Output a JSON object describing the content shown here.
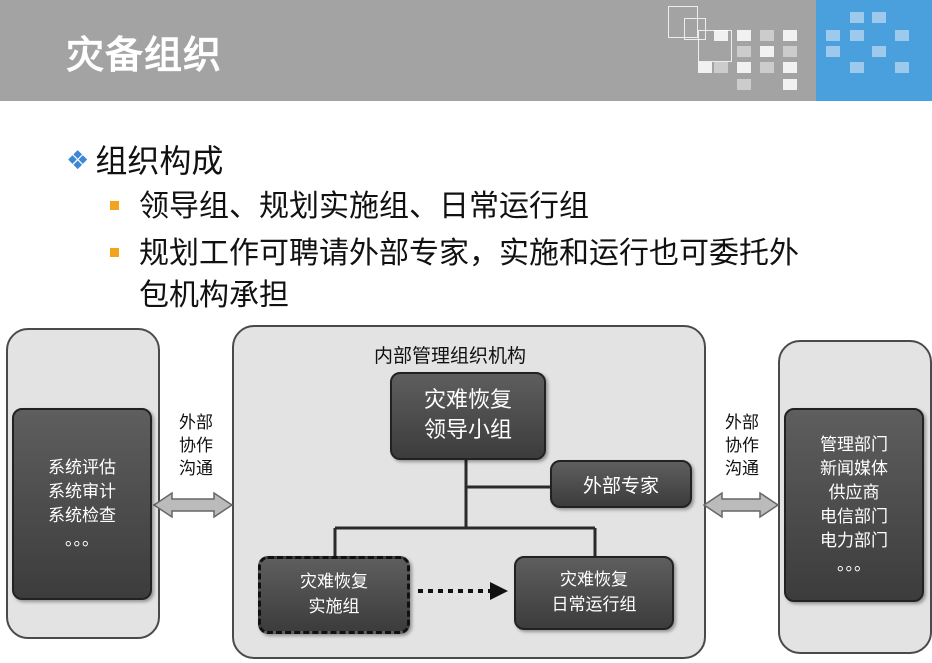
{
  "slide": {
    "title": "灾备组织",
    "bullet_main": "组织构成",
    "sub_bullets": [
      "领导组、规划实施组、日常运行组",
      "规划工作可聘请外部专家，实施和运行也可委托外"
    ],
    "sub_bullet_cont": "包机构承担"
  },
  "diagram": {
    "left_box": "系统评估\n系统审计\n系统检查\n。。。",
    "left_link": "外部\n协作\n沟通",
    "center_title": "内部管理组织机构",
    "leader": "灾难恢复\n领导小组",
    "expert": "外部专家",
    "impl": "灾难恢复\n实施组",
    "ops": "灾难恢复\n日常运行组",
    "right_link": "外部\n协作\n沟通",
    "right_box": "管理部门\n新闻媒体\n供应商\n电信部门\n电力部门\n。。。"
  },
  "colors": {
    "header": "#a3a3a3",
    "accent_blue": "#4aa0dc",
    "bullet_blue": "#3f86d4",
    "bullet_orange": "#f2a41c"
  }
}
